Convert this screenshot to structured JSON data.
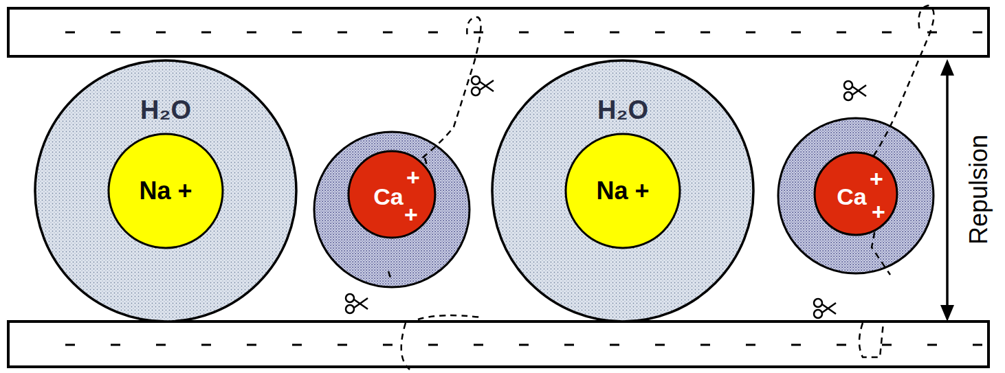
{
  "diagram": {
    "nodes": [
      {
        "text": [
          "H₂O"
        ]
      },
      {
        "text": [
          "Na +"
        ],
        "in": 0
      },
      {
        "text": [
          "Ca",
          "+",
          "+"
        ]
      },
      {
        "text": [
          "H₂O"
        ]
      },
      {
        "text": [
          "Na +"
        ],
        "in": 3
      },
      {
        "text": [
          "Ca",
          "+",
          "+"
        ]
      }
    ],
    "labels": [
      "Repulsion"
    ]
  }
}
